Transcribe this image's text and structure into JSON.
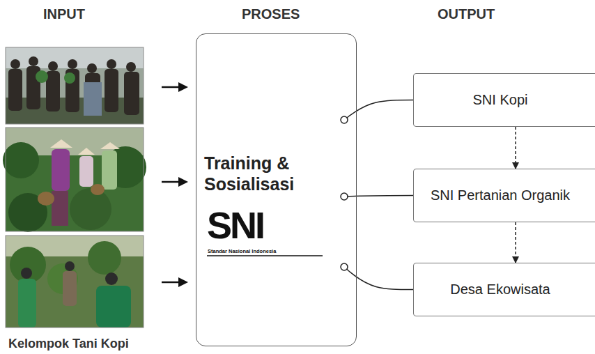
{
  "diagram": {
    "nodes": [
      {
        "text": [
          "Training & Sosialisasi",
          "SNI",
          "Standar Nasional Indonesia"
        ]
      },
      {
        "text": [
          "SNI Kopi"
        ]
      },
      {
        "text": [
          "SNI Pertanian Organik"
        ]
      },
      {
        "text": [
          "Desa Ekowisata"
        ]
      }
    ],
    "edges": [
      {
        "from": 0,
        "to": 1,
        "arrow": "none"
      },
      {
        "from": 0,
        "to": 2,
        "arrow": "none"
      },
      {
        "from": 0,
        "to": 3,
        "arrow": "none"
      },
      {
        "from": 1,
        "to": 2,
        "arrow": "to"
      },
      {
        "from": 2,
        "to": 3,
        "arrow": "to"
      }
    ],
    "labels": [
      "INPUT",
      "PROSES",
      "OUTPUT",
      "Kelompok Tani Kopi"
    ]
  }
}
